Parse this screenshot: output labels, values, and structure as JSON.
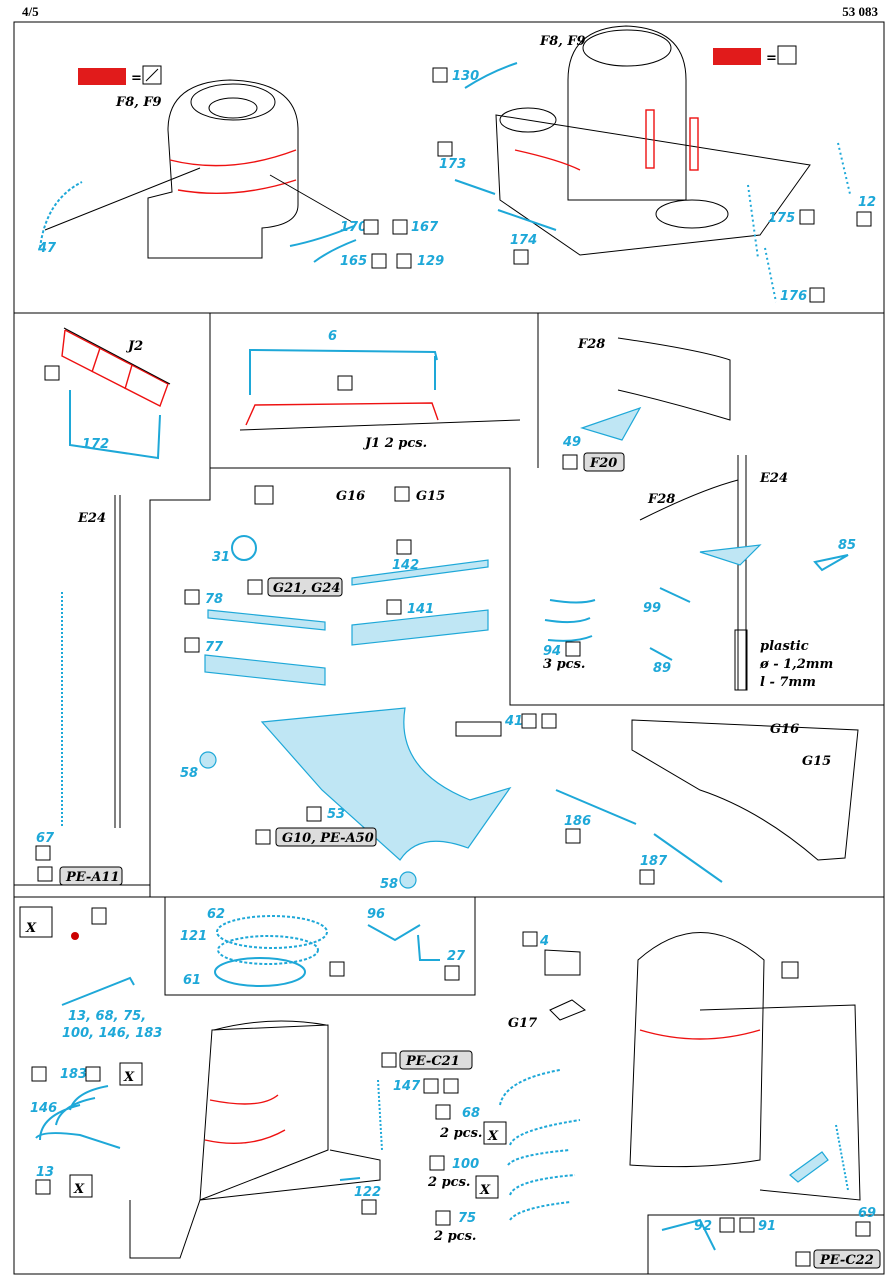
{
  "header": {
    "page": "4/5",
    "code": "53 083"
  },
  "colors": {
    "parts": "#1ea8d8",
    "paint": "#e11b1b"
  },
  "labels": {
    "f8f9_a": "F8, F9",
    "f8f9_b": "F8, F9",
    "n47": "47",
    "n170": "170",
    "n167": "167",
    "n165": "165",
    "n129": "129",
    "n130": "130",
    "n173": "173",
    "n174": "174",
    "n175": "175",
    "n12": "12",
    "n176": "176",
    "j2": "J2",
    "n172": "172",
    "n6": "6",
    "j1": "J1   2 pcs.",
    "f28a": "F28",
    "n49": "49",
    "f20": "F20",
    "f28b": "F28",
    "e24b": "E24",
    "n85": "85",
    "n99": "99",
    "n94": "94",
    "pcs3": "3 pcs.",
    "n89": "89",
    "plastic": "plastic",
    "dia": "ø - 1,2mm",
    "len": "l - 7mm",
    "e24a": "E24",
    "n67": "67",
    "pea11": "PE-A11",
    "g16g15": "G16",
    "g15": "G15",
    "n31": "31",
    "g21": "G21, G24",
    "n142": "142",
    "n78": "78",
    "n141": "141",
    "n77": "77",
    "n58a": "58",
    "n41": "41",
    "n53": "53",
    "g10": "G10, PE-A50",
    "n58b": "58",
    "g16": "G16",
    "g15b": "G15",
    "n186": "186",
    "n187": "187",
    "x": "X",
    "xlist1": "13, 68, 75,",
    "xlist2": "100, 146, 183",
    "n62": "62",
    "n121": "121",
    "n61": "61",
    "n96": "96",
    "n27": "27",
    "n183": "183",
    "n146": "146",
    "n13": "13",
    "pec21": "PE-C21",
    "n147": "147",
    "n122": "122",
    "n4": "4",
    "g17": "G17",
    "n68": "68",
    "pcs2a": "2 pcs.",
    "n100": "100",
    "pcs2b": "2 pcs.",
    "n75": "75",
    "pcs2c": "2 pcs.",
    "n92": "92",
    "n91": "91",
    "n69": "69",
    "pec22": "PE-C22"
  }
}
